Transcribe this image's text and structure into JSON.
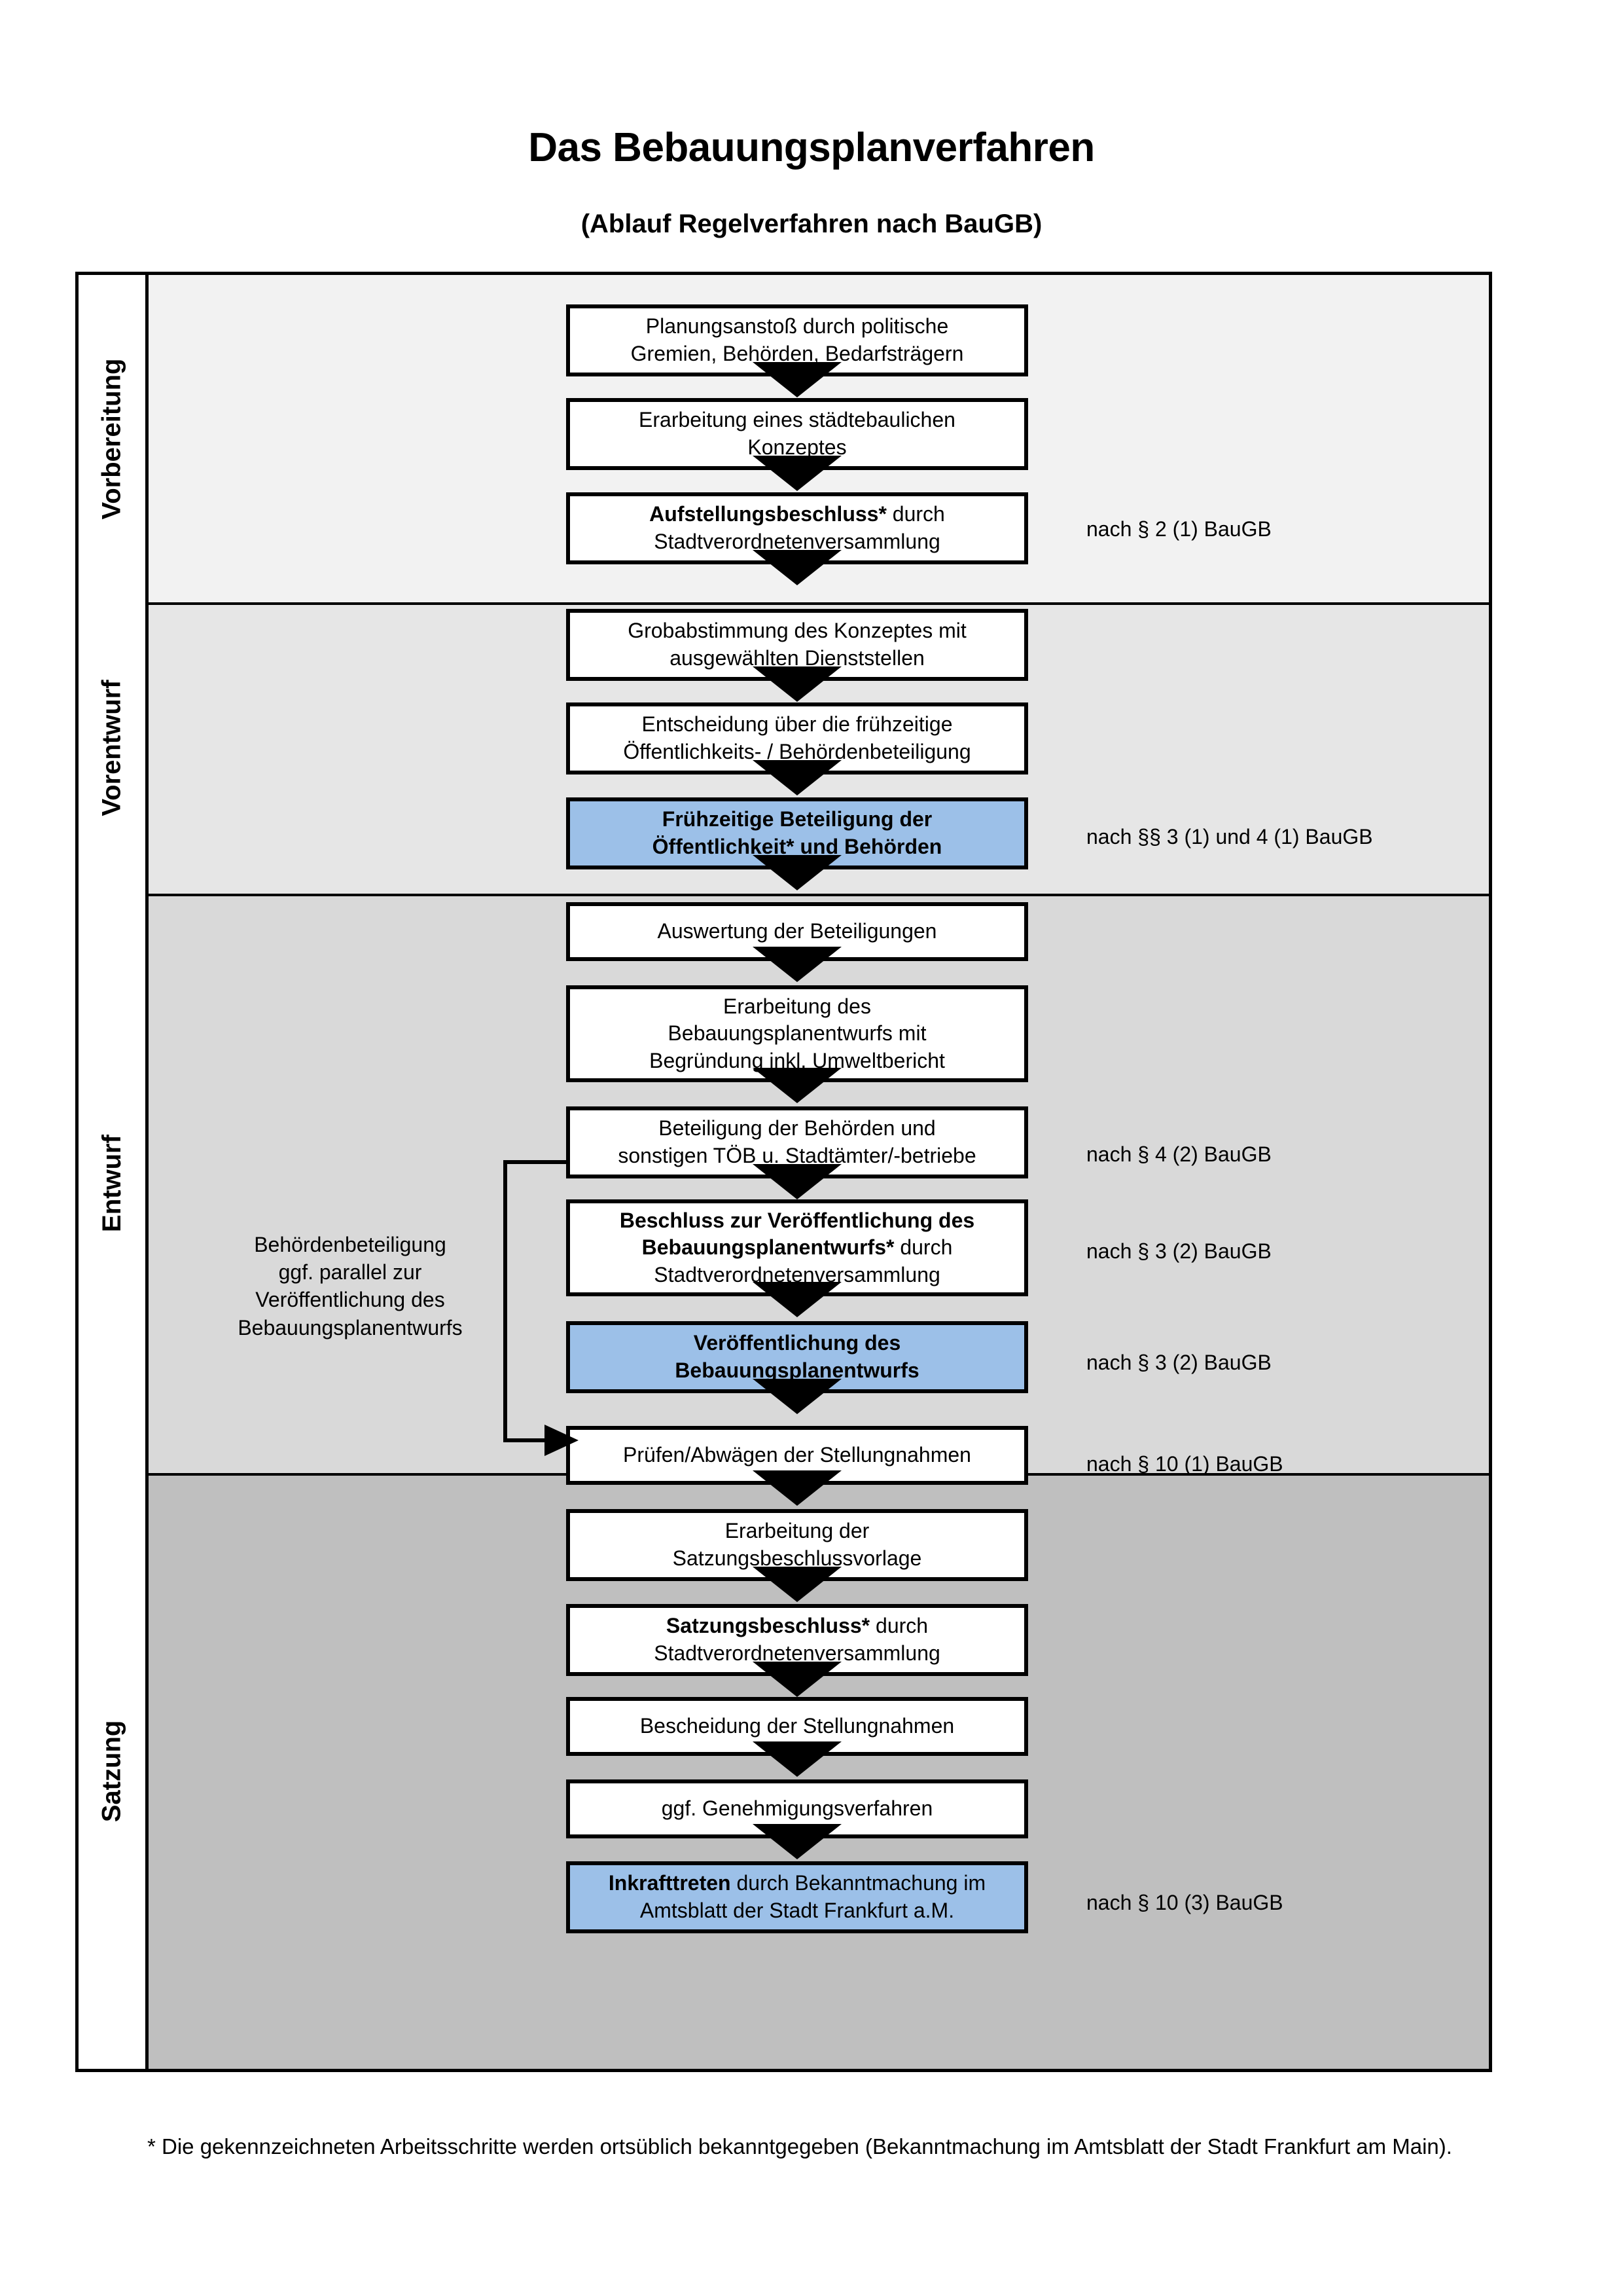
{
  "header": {
    "title": "Das Bebauungsplanverfahren",
    "subtitle": "(Ablauf Regelverfahren nach BauGB)"
  },
  "phases": [
    {
      "label": "Vorbereitung"
    },
    {
      "label": "Vorentwurf"
    },
    {
      "label": "Entwurf"
    },
    {
      "label": "Satzung"
    }
  ],
  "steps": [
    {
      "id": "planungsanstoss",
      "lines": [
        "Planungsanstoß durch politische",
        "Gremien, Behörden, Bedarfsträgern"
      ],
      "bold": "none",
      "highlight": false
    },
    {
      "id": "staedtebaukonzept",
      "lines": [
        "Erarbeitung eines städtebaulichen",
        "Konzeptes"
      ],
      "bold": "none",
      "highlight": false
    },
    {
      "id": "aufstellungsbeschluss",
      "lines": [
        "Aufstellungsbeschluss* durch",
        "Stadtverordnetenversammlung"
      ],
      "bold": "partial",
      "bold_text": "Aufstellungsbeschluss*",
      "rest_text": " durch",
      "highlight": false
    },
    {
      "id": "grobabstimmung",
      "lines": [
        "Grobabstimmung des Konzeptes mit",
        "ausgewählten Dienststellen"
      ],
      "bold": "none",
      "highlight": false
    },
    {
      "id": "entscheidung-beteiligung",
      "lines": [
        "Entscheidung über die frühzeitige",
        "Öffentlichkeits- / Behördenbeteiligung"
      ],
      "bold": "none",
      "highlight": false
    },
    {
      "id": "fruehzeitige-beteiligung",
      "lines": [
        "Frühzeitige Beteiligung der",
        "Öffentlichkeit* und Behörden"
      ],
      "bold": "all",
      "highlight": true
    },
    {
      "id": "auswertung",
      "lines": [
        "Auswertung der Beteiligungen"
      ],
      "bold": "none",
      "highlight": false
    },
    {
      "id": "erarbeitung-entwurf",
      "lines": [
        "Erarbeitung des",
        "Bebauungsplanentwurfs mit",
        "Begründung inkl. Umweltbericht"
      ],
      "bold": "none",
      "highlight": false
    },
    {
      "id": "behoerdenbeteiligung",
      "lines": [
        "Beteiligung der Behörden und",
        "sonstigen TÖB u. Stadtämter/-betriebe"
      ],
      "bold": "none",
      "highlight": false
    },
    {
      "id": "beschluss-veroeffentlichung",
      "lines": [
        "Beschluss zur Veröffentlichung des",
        "Bebauungsplanentwurfs* durch",
        "Stadtverordnetenversammlung"
      ],
      "bold": "partial",
      "bold_text": "Beschluss zur Veröffentlichung des Bebauungsplanentwurfs*",
      "rest_text": " durch Stadtverordnetenversammlung",
      "highlight": false
    },
    {
      "id": "veroeffentlichung",
      "lines": [
        "Veröffentlichung des",
        "Bebauungsplanentwurfs"
      ],
      "bold": "all",
      "highlight": true
    },
    {
      "id": "pruefen-abwaegen",
      "lines": [
        "Prüfen/Abwägen der Stellungnahmen"
      ],
      "bold": "none",
      "highlight": false
    },
    {
      "id": "satzungsvorlage",
      "lines": [
        "Erarbeitung der",
        "Satzungsbeschlussvorlage"
      ],
      "bold": "none",
      "highlight": false
    },
    {
      "id": "satzungsbeschluss",
      "lines": [
        "Satzungsbeschluss* durch",
        "Stadtverordnetenversammlung"
      ],
      "bold": "partial",
      "bold_text": "Satzungsbeschluss*",
      "rest_text": " durch",
      "highlight": false
    },
    {
      "id": "bescheidung",
      "lines": [
        "Bescheidung der Stellungnahmen"
      ],
      "bold": "none",
      "highlight": false
    },
    {
      "id": "genehmigungsverfahren",
      "lines": [
        "ggf. Genehmigungsverfahren"
      ],
      "bold": "none",
      "highlight": false
    },
    {
      "id": "inkrafttreten",
      "lines": [
        "Inkrafttreten durch Bekanntmachung",
        "im Amtsblatt der Stadt Frankfurt a.M."
      ],
      "bold": "partial",
      "bold_text": "Inkrafttreten",
      "rest_text": " durch Bekanntmachung",
      "highlight": true
    }
  ],
  "legal_refs": [
    {
      "id": "ref-2-1",
      "text": "nach § 2 (1) BauGB"
    },
    {
      "id": "ref-3-1-4-1",
      "text": "nach §§ 3 (1) und 4 (1) BauGB"
    },
    {
      "id": "ref-4-2",
      "text": "nach § 4 (2) BauGB"
    },
    {
      "id": "ref-3-2-a",
      "text": "nach § 3 (2) BauGB"
    },
    {
      "id": "ref-3-2-b",
      "text": "nach § 3 (2) BauGB"
    },
    {
      "id": "ref-10-1",
      "text": "nach § 10 (1) BauGB"
    },
    {
      "id": "ref-10-3",
      "text": "nach § 10 (3) BauGB"
    }
  ],
  "sidenote": {
    "lines": [
      "Behördenbeteiligung",
      "ggf. parallel zur",
      "Veröffentlichung des",
      "Bebauungsplanentwurfs"
    ]
  },
  "footnote": {
    "text": "* Die gekennzeichneten Arbeitsschritte werden ortsüblich bekanntgegeben (Bekanntmachung im Amtsblatt  der Stadt Frankfurt am Main)."
  },
  "colors": {
    "highlight_blue": "#9CC0E8",
    "band_1": "#F2F2F2",
    "band_2": "#E6E6E6",
    "band_3": "#D9D9D9",
    "band_4": "#BFBFBF",
    "line": "#000000"
  }
}
